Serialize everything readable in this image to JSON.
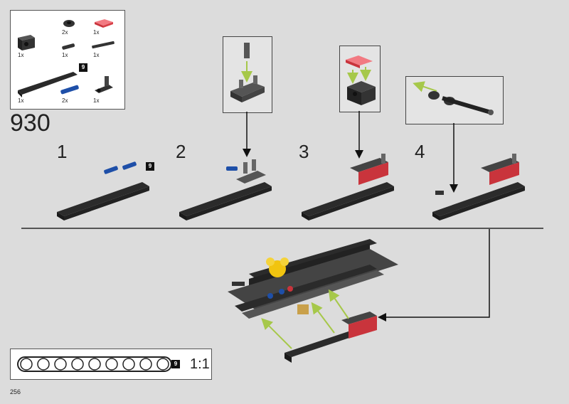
{
  "parts_list": {
    "items": [
      {
        "icon": "brick-1x2-black-icon",
        "qty": "1x"
      },
      {
        "icon": "connector-black-icon",
        "qty": "2x"
      },
      {
        "icon": "tile-red-transparent-icon",
        "qty": "1x"
      },
      {
        "icon": "pin-black-icon",
        "qty": "1x"
      },
      {
        "icon": "axle-black-icon",
        "qty": "1x"
      },
      {
        "icon": "beam-9-black-icon",
        "qty": "1x",
        "badge": "9"
      },
      {
        "icon": "pin-blue-icon",
        "qty": "2x"
      },
      {
        "icon": "double-connector-black-icon",
        "qty": "1x"
      }
    ]
  },
  "step_number": "930",
  "substeps": [
    {
      "number": "1",
      "badge": "9"
    },
    {
      "number": "2"
    },
    {
      "number": "3"
    },
    {
      "number": "4"
    }
  ],
  "ruler": {
    "badge": "9",
    "scale": "1:1"
  },
  "page_number": "256",
  "colors": {
    "background": "#dcdcdc",
    "arrow_green": "#a6c84a",
    "red_part": "#e23a44",
    "blue_part": "#1e4fa8",
    "black_part": "#2a2a2a"
  }
}
